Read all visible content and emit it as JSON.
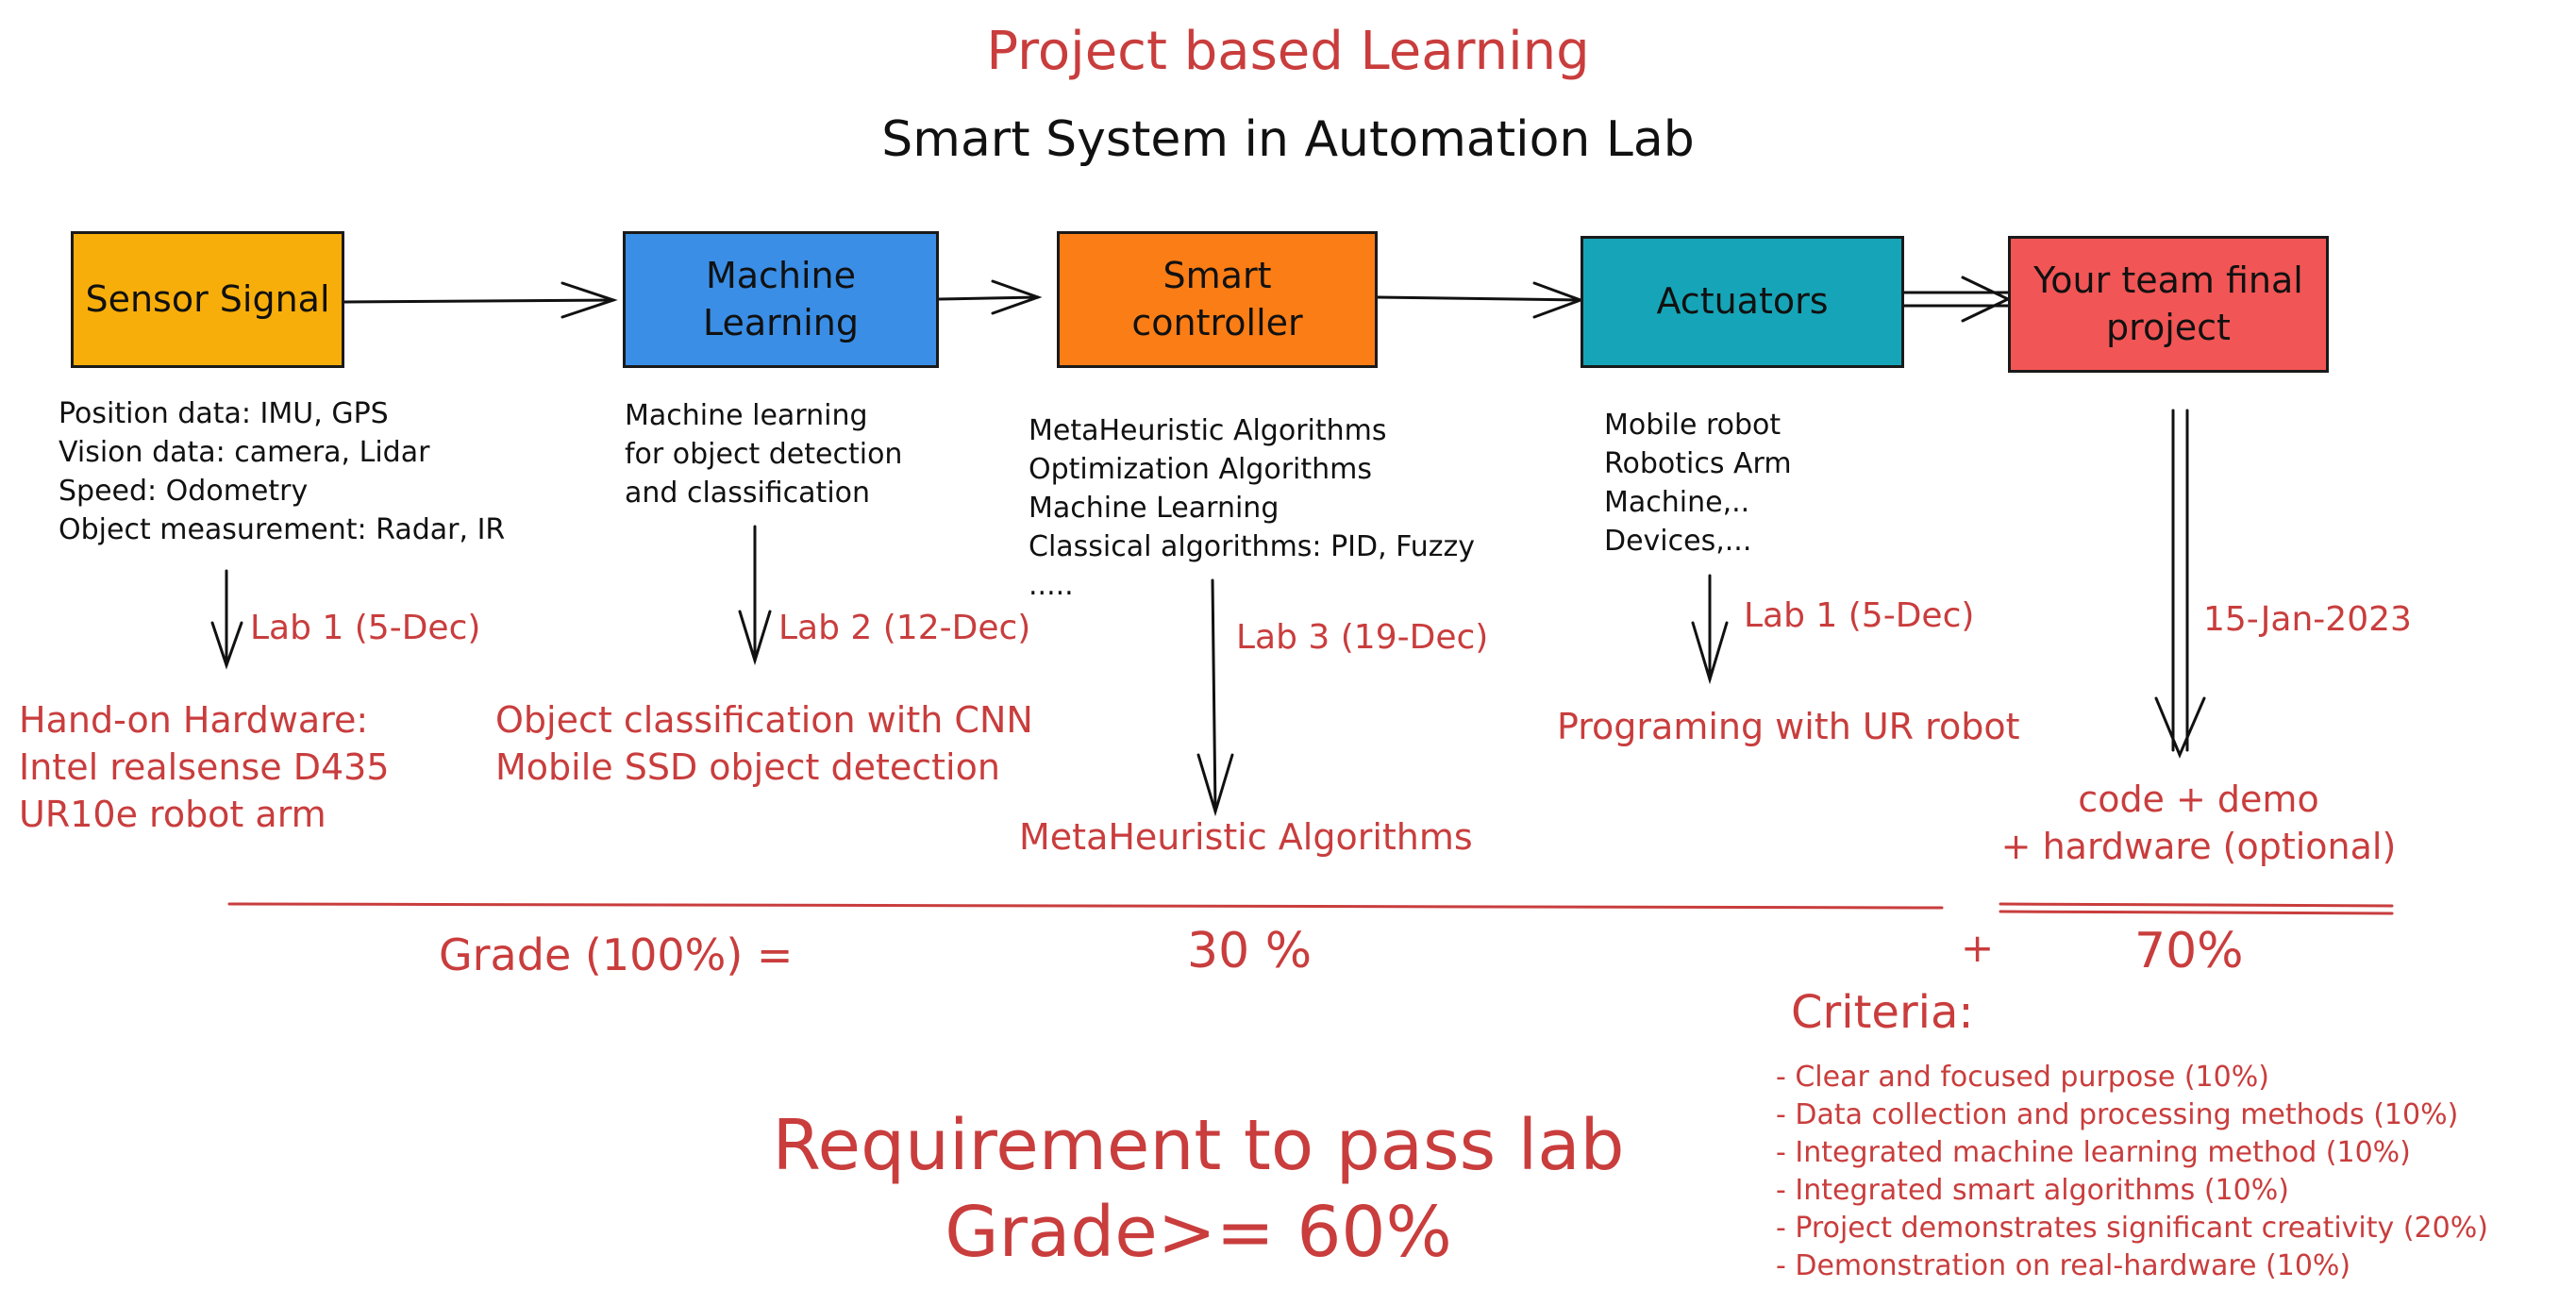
{
  "header": {
    "title": "Project based Learning",
    "subtitle": "Smart System in Automation Lab"
  },
  "colors": {
    "sensor": "#f8ae0a",
    "ml": "#3a8ee6",
    "controller": "#fb7d16",
    "actuators": "#16a5b8",
    "final": "#f25555",
    "annotation": "#c93d3d"
  },
  "stages": {
    "sensor": {
      "label": "Sensor Signal",
      "details": [
        "Position data: IMU, GPS",
        "Vision data: camera, Lidar",
        "Speed: Odometry",
        "Object measurement: Radar, IR"
      ],
      "lab": "Lab 1 (5-Dec)",
      "outcome": [
        "Hand-on Hardware:",
        "Intel realsense D435",
        "UR10e robot arm"
      ]
    },
    "ml": {
      "label_line1": "Machine",
      "label_line2": "Learning",
      "details": [
        "Machine learning",
        "for object detection",
        "and classification"
      ],
      "lab": "Lab 2 (12-Dec)",
      "outcome": [
        "Object classification with CNN",
        "Mobile SSD object detection"
      ]
    },
    "controller": {
      "label_line1": "Smart",
      "label_line2": "controller",
      "details": [
        "MetaHeuristic Algorithms",
        "Optimization Algorithms",
        "Machine Learning",
        "Classical algorithms: PID, Fuzzy",
        "....."
      ],
      "lab": "Lab 3 (19-Dec)",
      "outcome": [
        "MetaHeuristic Algorithms"
      ]
    },
    "actuators": {
      "label": "Actuators",
      "details": [
        "Mobile robot",
        "Robotics Arm",
        "Machine,..",
        "Devices,..."
      ],
      "lab": "Lab 1 (5-Dec)",
      "outcome": [
        "Programing with UR robot"
      ]
    },
    "final": {
      "label_line1": "Your team final",
      "label_line2": "project",
      "date": "15-Jan-2023",
      "outcome": [
        "code + demo",
        "+ hardware (optional)"
      ]
    }
  },
  "grade": {
    "label": "Grade (100%) =",
    "labs_share": "30 %",
    "plus": "+",
    "project_share": "70%"
  },
  "criteria": {
    "title": "Criteria:",
    "items": [
      "- Clear and focused purpose (10%)",
      "- Data collection and processing methods (10%)",
      "- Integrated machine learning method (10%)",
      "- Integrated smart algorithms (10%)",
      "- Project demonstrates significant creativity (20%)",
      "- Demonstration on real-hardware (10%)"
    ]
  },
  "requirement": {
    "line1": "Requirement to pass lab",
    "line2": "Grade>= 60%"
  }
}
